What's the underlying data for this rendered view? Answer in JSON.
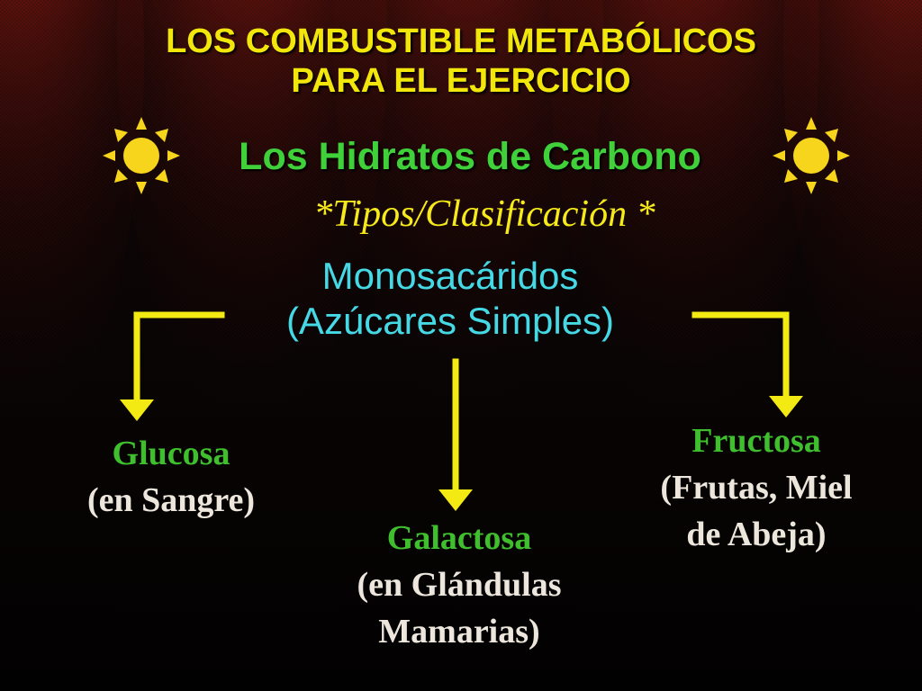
{
  "title": {
    "line1": "LOS COMBUSTIBLE METABÓLICOS",
    "line2": "PARA EL EJERCICIO"
  },
  "subtitle": "Los Hidratos de Carbono",
  "classification": "*Tipos/Clasificación *",
  "root": {
    "line1": "Monosacáridos",
    "line2": "(Azúcares Simples)"
  },
  "children": [
    {
      "name": "Glucosa",
      "desc": [
        "(en Sangre)"
      ]
    },
    {
      "name": "Galactosa",
      "desc": [
        "(en Glándulas",
        "Mamarias)"
      ]
    },
    {
      "name": "Fructosa",
      "desc": [
        "(Frutas, Miel",
        "de Abeja)"
      ]
    }
  ],
  "icons": {
    "decoration": "sun-icon"
  },
  "colors": {
    "title": "#f2e60a",
    "subtitle": "#3fd03a",
    "classification": "#f6ea1a",
    "root": "#45d9e6",
    "child_name": "#3fbf2e",
    "child_desc": "#ece6dc",
    "arrow": "#f2ea12",
    "sun": "#f7d51c"
  }
}
